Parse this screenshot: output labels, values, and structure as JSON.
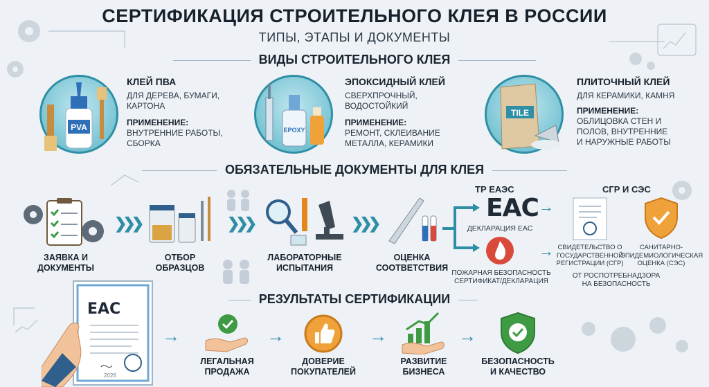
{
  "header": {
    "title": "СЕРТИФИКАЦИЯ СТРОИТЕЛЬНОГО КЛЕЯ В РОССИИ",
    "subtitle": "ТИПЫ, ЭТАПЫ И ДОКУМЕНТЫ"
  },
  "types": {
    "heading": "ВИДЫ СТРОИТЕЛЬНОГО КЛЕЯ",
    "items": [
      {
        "name": "КЛЕЙ ПВА",
        "desc1": "ДЛЯ ДЕРЕВА, БУМАГИ,",
        "desc2": "КАРТОНА",
        "use_label": "ПРИМЕНЕНИЕ:",
        "use1": "ВНУТРЕННИЕ РАБОТЫ,",
        "use2": "СБОРКА",
        "use3": "",
        "badge": "PVA"
      },
      {
        "name": "ЭПОКСИДНЫЙ КЛЕЙ",
        "desc1": "СВЕРХПРОЧНЫЙ,",
        "desc2": "ВОДОСТОЙКИЙ",
        "use_label": "ПРИМЕНЕНИЕ:",
        "use1": "РЕМОНТ, СКЛЕИВАНИЕ",
        "use2": "МЕТАЛЛА, КЕРАМИКИ",
        "use3": "",
        "badge": "EPOXY"
      },
      {
        "name": "ПЛИТОЧНЫЙ КЛЕЙ",
        "desc1": "ДЛЯ КЕРАМИКИ, КАМНЯ",
        "desc2": "",
        "use_label": "ПРИМЕНЕНИЕ:",
        "use1": "ОБЛИЦОВКА СТЕН И",
        "use2": "ПОЛОВ, ВНУТРЕННИЕ",
        "use3": "И НАРУЖНЫЕ РАБОТЫ",
        "badge": "TILE"
      }
    ]
  },
  "documents": {
    "heading": "ОБЯЗАТЕЛЬНЫЕ ДОКУМЕНТЫ ДЛЯ КЛЕЯ",
    "steps": [
      {
        "l1": "ЗАЯВКА И",
        "l2": "ДОКУМЕНТЫ"
      },
      {
        "l1": "ОТБОР",
        "l2": "ОБРАЗЦОВ"
      },
      {
        "l1": "ЛАБОРАТОРНЫЕ",
        "l2": "ИСПЫТАНИЯ"
      },
      {
        "l1": "ОЦЕНКА",
        "l2": "СООТВЕТСТВИЯ"
      }
    ],
    "tr_title": "ТР ЕАЭС",
    "eac_mark": "ЕАС",
    "eac_decl": "ДЕКЛАРАЦИЯ ЕАС",
    "fire1": "ПОЖАРНАЯ БЕЗОПАСНОСТЬ",
    "fire2": "СЕРТИФИКАТ/ДЕКЛАРАЦИЯ",
    "sgr_title": "СГР И СЭС",
    "sgr1": "СВИДЕТЕЛЬСТВО О",
    "sgr2": "ГОСУДАРСТВЕННОЙ",
    "sgr3": "РЕГИСТРАЦИИ (СГР)",
    "ses1": "САНИТАРНО-",
    "ses2": "ЭПИДЕМИОЛОГИЧЕСКАЯ",
    "ses3": "ОЦЕНКА (СЭС)",
    "rpn1": "ОТ РОСПОТРЕБНАДЗОРА",
    "rpn2": "НА БЕЗОПАСНОСТЬ"
  },
  "results": {
    "heading": "РЕЗУЛЬТАТЫ СЕРТИФИКАЦИИ",
    "cert_mark": "ЕАС",
    "cert_year": "2026",
    "items": [
      {
        "l1": "ЛЕГАЛЬНАЯ",
        "l2": "ПРОДАЖА"
      },
      {
        "l1": "ДОВЕРИЕ",
        "l2": "ПОКУПАТЕЛЕЙ"
      },
      {
        "l1": "РАЗВИТИЕ",
        "l2": "БИЗНЕСА"
      },
      {
        "l1": "БЕЗОПАСНОСТЬ",
        "l2": "И КАЧЕСТВО"
      }
    ]
  },
  "colors": {
    "accent": "#2e8ea6",
    "orange": "#e4861c",
    "green": "#3f9a44",
    "dark": "#17212c"
  }
}
